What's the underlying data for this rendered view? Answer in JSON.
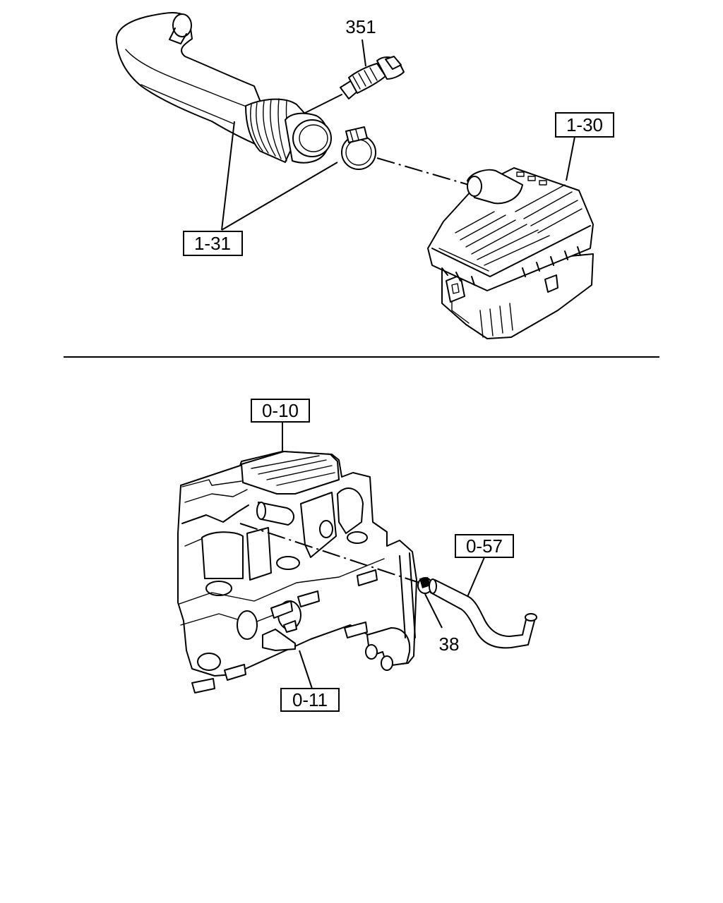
{
  "callouts": {
    "sensor": "351",
    "air_cleaner": "1-30",
    "intake_duct": "1-31",
    "cylinder_head_cover": "0-10",
    "cylinder_head": "0-11",
    "ventilation_hose": "0-57",
    "clip": "38"
  }
}
